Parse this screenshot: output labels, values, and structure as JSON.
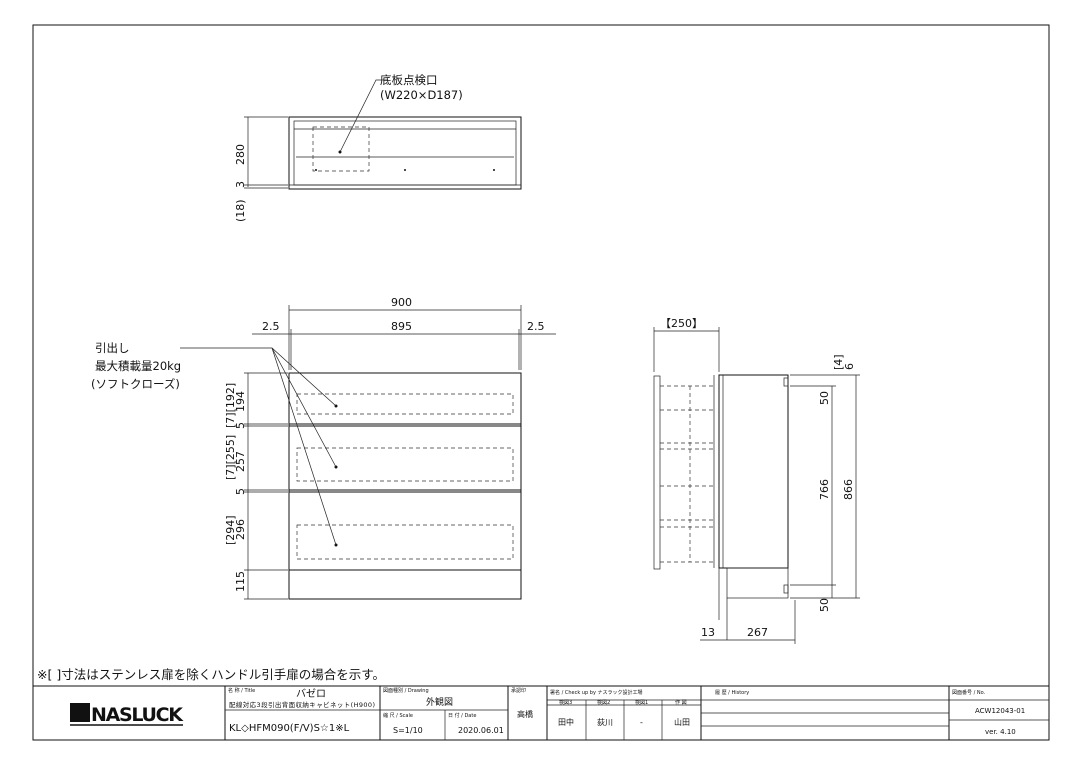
{
  "top_view": {
    "callout_line1": "底板点検口",
    "callout_line2": "(W220×D187)",
    "dim_280": "280",
    "dim_3": "3",
    "dim_18": "(18)"
  },
  "front_view": {
    "overall_width": "900",
    "inner_width": "895",
    "side_left": "2.5",
    "side_right": "2.5",
    "drawer_label_1": "引出し",
    "drawer_label_2": "最大積載量20kg",
    "drawer_label_3": "(ソフトクローズ)",
    "dim_192": "[7][192]",
    "dim_194": "194",
    "dim_5a": "5",
    "dim_255": "[7][255]",
    "dim_257": "257",
    "dim_5b": "5",
    "dim_294": "[294]",
    "dim_296": "296",
    "dim_115": "115"
  },
  "side_view": {
    "dim_250": "【250】",
    "dim_4": "[4]",
    "dim_6": "6",
    "dim_50_top": "50",
    "dim_766": "766",
    "dim_866": "866",
    "dim_50_bot": "50",
    "dim_13": "13",
    "dim_267": "267"
  },
  "note": "※[ ]寸法はステンレス扉を除くハンドル引手扉の場合を示す。",
  "title_block": {
    "logo": "NASLUCK",
    "title_head": "名 称 / Title",
    "title_name": "バゼロ",
    "title_desc": "配線対応3段引出背面収納キャビネット(H900)",
    "model": "KL◇HFM090(F/V)S☆1※L",
    "drawing_head": "図面種別 / Drawing",
    "drawing_type": "外観図",
    "scale_head": "縮 尺 / Scale",
    "scale": "S=1/10",
    "date_head": "日 付 / Date",
    "date": "2020.06.01",
    "approver_head": "承認印",
    "approver": "高橋",
    "check_head": "署名 / Check up by ナスラック設計工場",
    "check_cols": [
      "検図3",
      "検図2",
      "検図1",
      "作 図"
    ],
    "check_vals": [
      "田中",
      "荻川",
      "-",
      "山田"
    ],
    "history_head": "履 歴 / History",
    "no_head": "図面番号 / No.",
    "drawing_no": "ACW12043-01",
    "version": "ver. 4.10"
  }
}
